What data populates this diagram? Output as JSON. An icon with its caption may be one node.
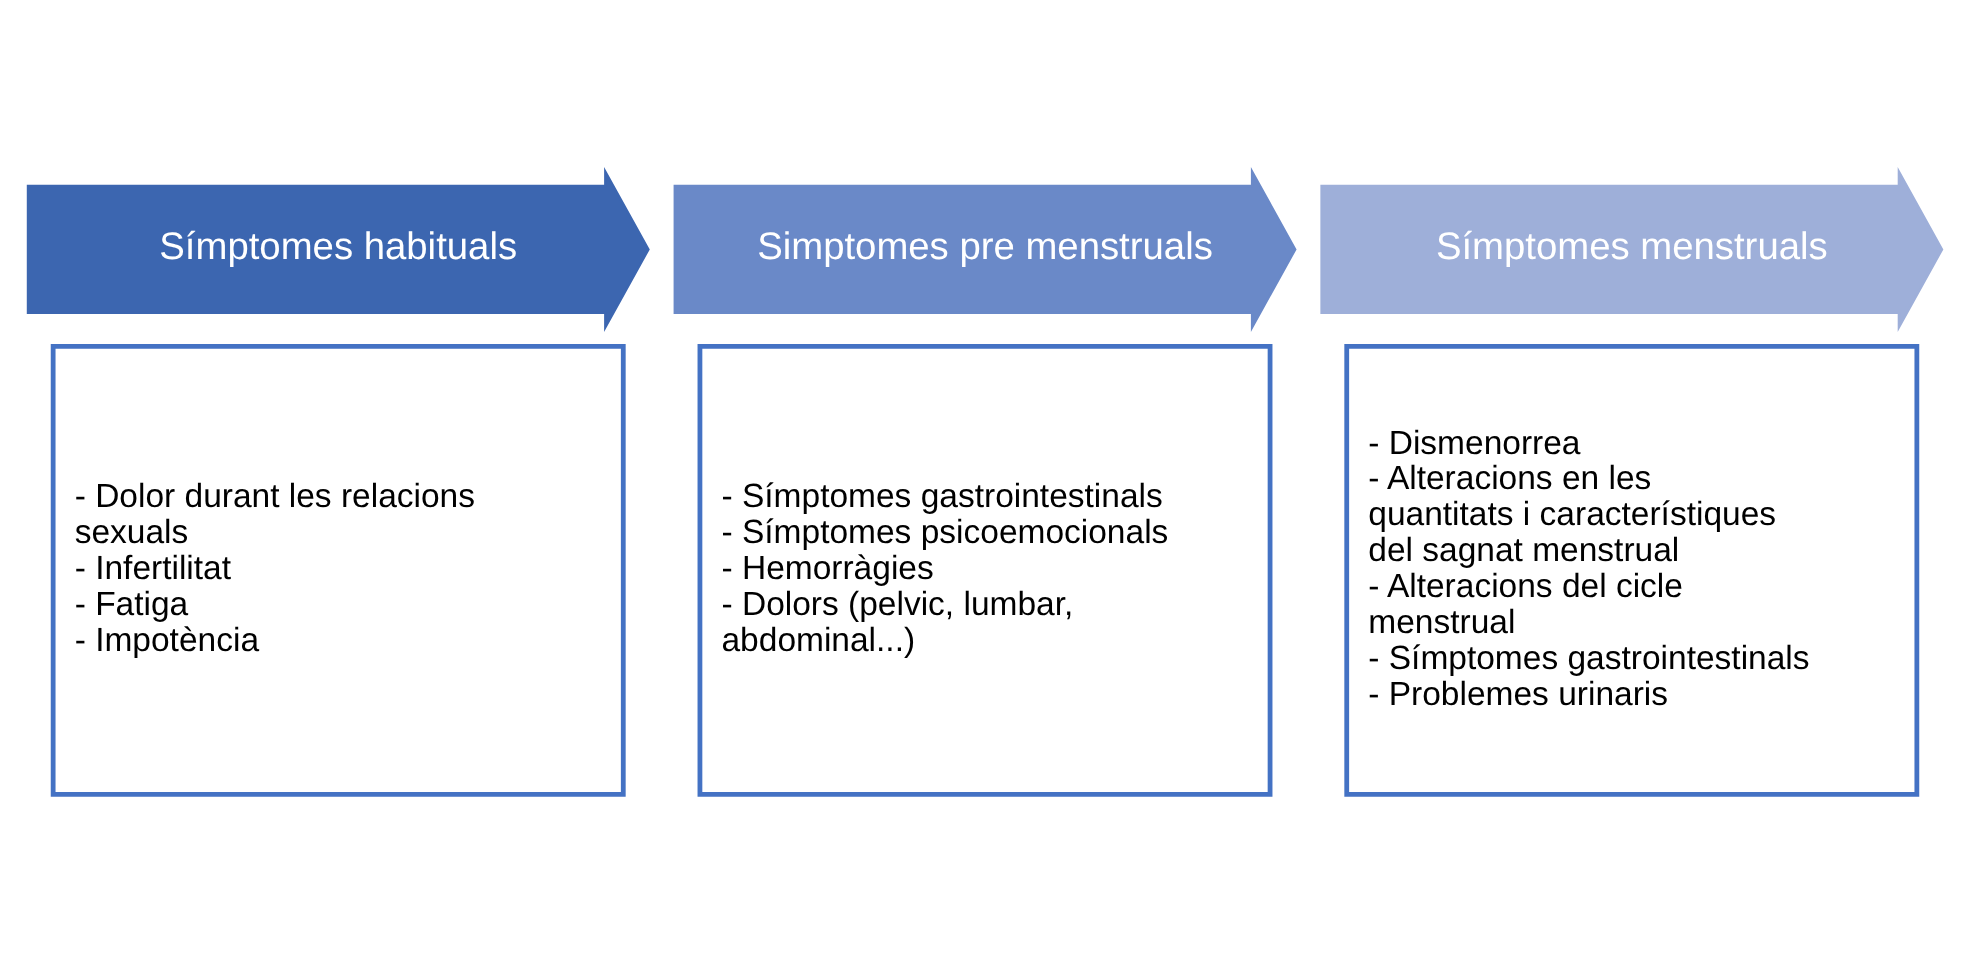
{
  "diagram": {
    "nodes": [
      {
        "text": [
          "Símptomes habituals"
        ]
      },
      {
        "text": [
          "- Dolor durant les relacions sexuals",
          "- Infertilitat",
          "- Fatiga",
          "- Impotència"
        ]
      },
      {
        "text": [
          "Simptomes pre menstruals"
        ]
      },
      {
        "text": [
          "- Símptomes gastrointestinals",
          "- Símptomes psicoemocionals",
          "- Hemorràgies",
          "- Dolors (pelvic, lumbar, abdominal...)"
        ]
      },
      {
        "text": [
          "Símptomes menstruals"
        ]
      },
      {
        "text": [
          "- Dismenorrea",
          "- Alteracions en les quantitats i característiques del sagnat menstrual",
          "- Alteracions del cicle menstrual",
          "- Símptomes gastrointestinals",
          "- Problemes urinaris"
        ]
      }
    ],
    "edges": []
  }
}
